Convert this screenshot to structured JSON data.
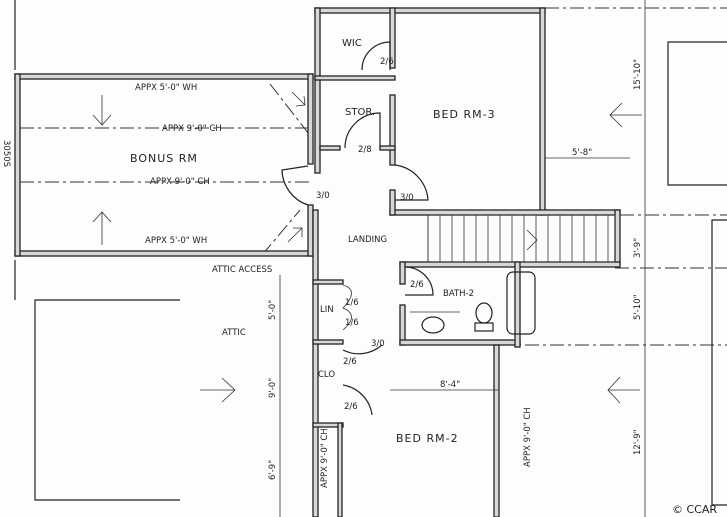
{
  "rooms": {
    "wic": "WIC",
    "stor": "STOR.",
    "bed3": "BED RM-3",
    "bonus": "BONUS RM",
    "landing": "LANDING",
    "bath2": "BATH-2",
    "linen": "LIN",
    "closet": "CLO",
    "bed2": "BED RM-2",
    "attic": "ATTIC",
    "attic_access": "ATTIC ACCESS"
  },
  "notes": {
    "bonus_wh_top": "APPX 5'-0\" WH",
    "bonus_ch_top": "APPX 9'-0\" CH",
    "bonus_ch_bottom": "APPX 9'-0\" CH",
    "bonus_wh_bottom": "APPX 5'-0\" WH",
    "bed2_ch_left": "APPX 9'-0\" CH",
    "bed2_ch_right": "APPX 9'-0\" CH",
    "window": "3050S"
  },
  "doors": {
    "wic": "2/6",
    "stor": "2/8",
    "bonus": "3/0",
    "bed3": "3/0",
    "bath2": "2/6",
    "linen_top": "1/6",
    "linen_bottom": "1/6",
    "bed2": "3/0",
    "closet_top": "2/6",
    "closet_bottom": "2/6"
  },
  "dimensions": {
    "bed3_depth": "15'-10\"",
    "bed3_offset": "5'-8\"",
    "stair_width": "3'-9\"",
    "bath_depth": "5'-10\"",
    "bed2_depth": "12'-9\"",
    "bed2_width": "8'-4\"",
    "left_a": "5'-0\"",
    "left_b": "9'-0\"",
    "left_c": "6'-9\""
  },
  "watermark": "© CCAR"
}
